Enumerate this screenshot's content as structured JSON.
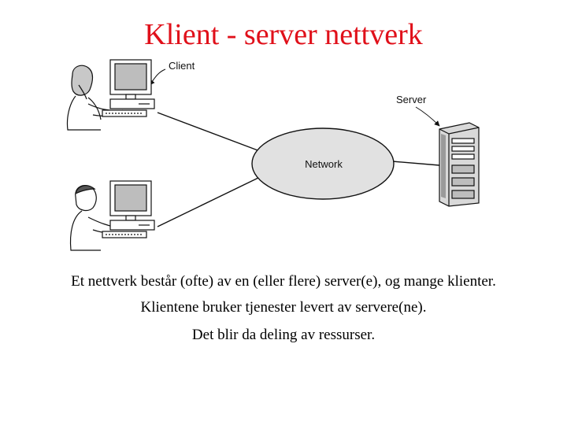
{
  "title": "Klient - server nettverk",
  "diagram": {
    "client_label": "Client",
    "server_label": "Server",
    "network_label": "Network"
  },
  "caption_lines": [
    "Et nettverk består (ofte) av en (eller flere) server(e), og mange klienter.",
    "Klientene bruker tjenester levert av servere(ne).",
    "Det blir da deling av ressurser."
  ]
}
